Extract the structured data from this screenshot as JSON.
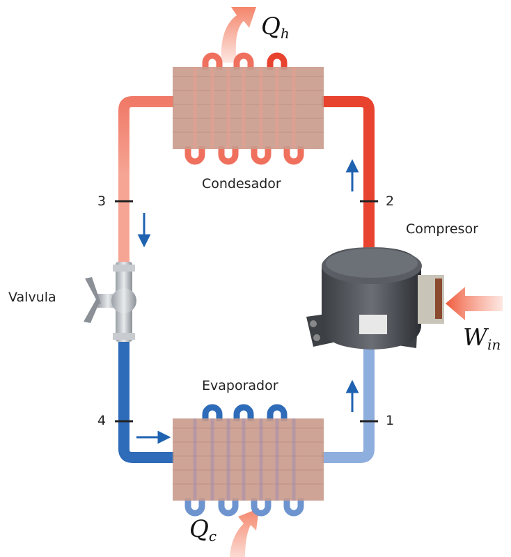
{
  "labels": {
    "condenser": "Condesador",
    "evaporator": "Evaporador",
    "compressor": "Compresor",
    "valve": "Valvula",
    "state_1": "1",
    "state_2": "2",
    "state_3": "3",
    "state_4": "4"
  },
  "math": {
    "qh_symbol": "Q",
    "qh_sub": "h",
    "qc_symbol": "Q",
    "qc_sub": "c",
    "win_symbol": "W",
    "win_sub": "in"
  },
  "colors": {
    "hot_pipe": "#e8432e",
    "warm_pipe": "#f28b7a",
    "cold_pipe": "#2e6bb8",
    "cool_pipe": "#8eaedd",
    "flow_arrow": "#1f62b0",
    "heat_arrow": "#f4866c",
    "exchanger": "#c99a8c"
  }
}
